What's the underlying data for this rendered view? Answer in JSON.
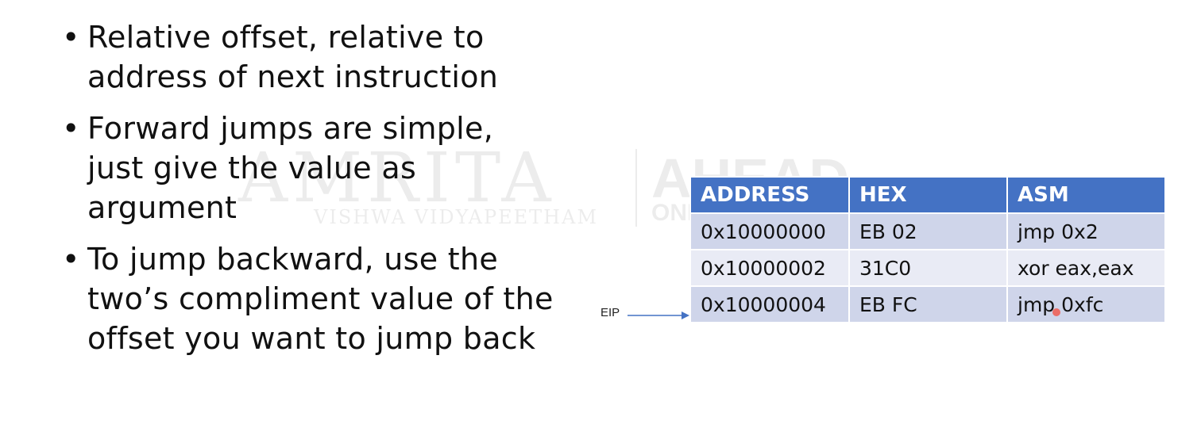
{
  "slide": {
    "bullets": [
      "Relative offset, relative to\naddress of next instruction",
      "Forward jumps are simple,\njust give the value as\nargument",
      "To jump backward, use the\ntwo’s compliment value of the\noffset you want to jump back"
    ]
  },
  "watermark": {
    "main": "AMRITA",
    "sub": "VISHWA VIDYAPEETHAM",
    "right": "AHEAD",
    "right_sub": "ONLINE"
  },
  "table": {
    "headers": [
      "ADDRESS",
      "HEX",
      "ASM"
    ],
    "rows": [
      [
        "0x10000000",
        "EB 02",
        "jmp 0x2"
      ],
      [
        "0x10000002",
        "31C0",
        "xor eax,eax"
      ],
      [
        "0x10000004",
        "EB FC",
        "jmp 0xfc"
      ]
    ]
  },
  "pointer": {
    "label": "EIP"
  },
  "colors": {
    "header": "#4472c4",
    "row_dark": "#cfd5ea",
    "row_light": "#e9ebf5",
    "arrow": "#4472c4"
  }
}
